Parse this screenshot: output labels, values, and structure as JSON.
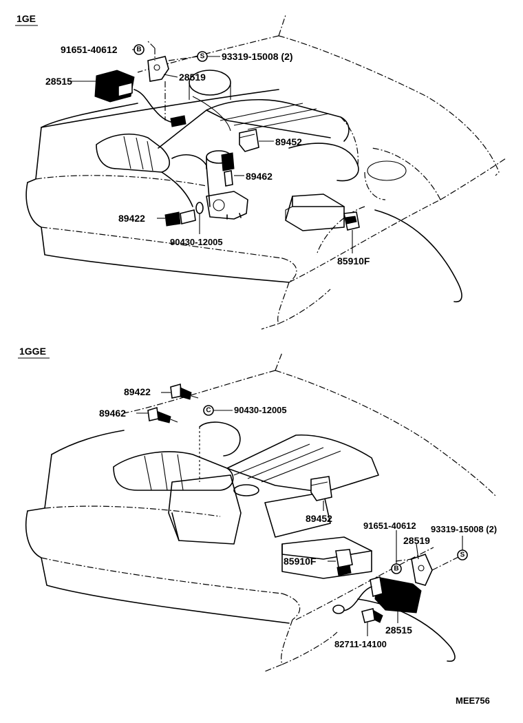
{
  "sections": {
    "top": "1GE",
    "bottom": "1GGE"
  },
  "top_labels": {
    "p91651": "91651-40612",
    "p93319": "93319-15008 (2)",
    "p28515": "28515",
    "p28519": "28519",
    "p89452": "89452",
    "p89462": "89462",
    "p89422": "89422",
    "p90430": "90430-12005",
    "p85910": "85910F"
  },
  "bottom_labels": {
    "p89422": "89422",
    "p90430": "90430-12005",
    "p89462": "89462",
    "p89452": "89452",
    "p91651": "91651-40612",
    "p93319": "93319-15008 (2)",
    "p28519": "28519",
    "p85910": "85910F",
    "p28515": "28515",
    "p82711": "82711-14100"
  },
  "symbols": {
    "bolt": "B",
    "screw": "S",
    "clip": "C"
  },
  "catalog_code": "MEE756"
}
